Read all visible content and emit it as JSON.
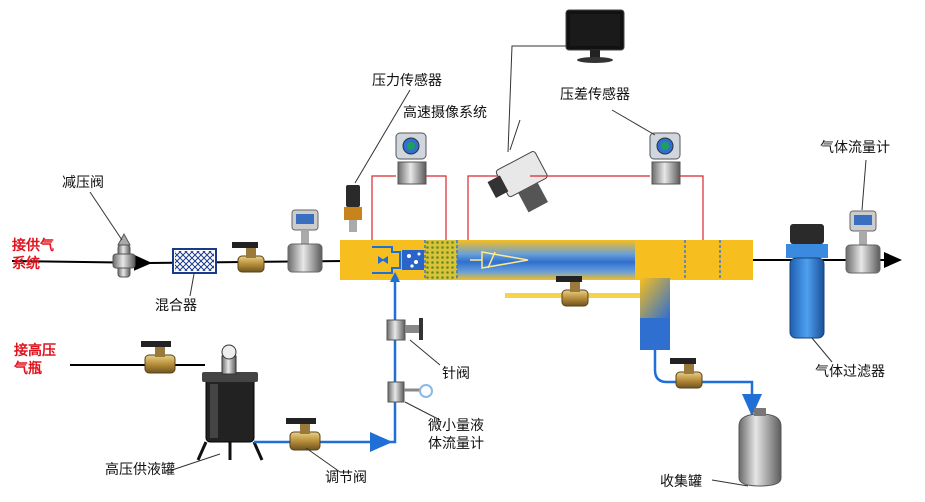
{
  "labels": {
    "gas_supply": [
      "接供气",
      "系统"
    ],
    "high_pressure_bottle": [
      "接高压",
      "气瓶"
    ],
    "pressure_reducing_valve": "减压阀",
    "mixer": "混合器",
    "pressure_sensor": "压力传感器",
    "high_speed_camera": "高速摄像系统",
    "diff_pressure_sensor": "压差传感器",
    "gas_flowmeter": "气体流量计",
    "gas_filter": "气体过滤器",
    "needle_valve": "针阀",
    "micro_liquid_flowmeter": [
      "微小量液",
      "体流量计"
    ],
    "regulating_valve": "调节阀",
    "hp_liquid_tank": "高压供液罐",
    "collection_tank": "收集罐"
  },
  "colors": {
    "label_red": "#e0141e",
    "pipe_blue": "#1f6fd6",
    "pipe_yellow": "#f6be1f",
    "signal_red": "#d9262c"
  },
  "icons": [
    "monitor-icon",
    "camera-icon",
    "sensor-transmitter-icon",
    "ball-valve-icon",
    "turbine-flowmeter-icon",
    "pressure-pot-icon",
    "filter-icon",
    "tank-icon"
  ]
}
